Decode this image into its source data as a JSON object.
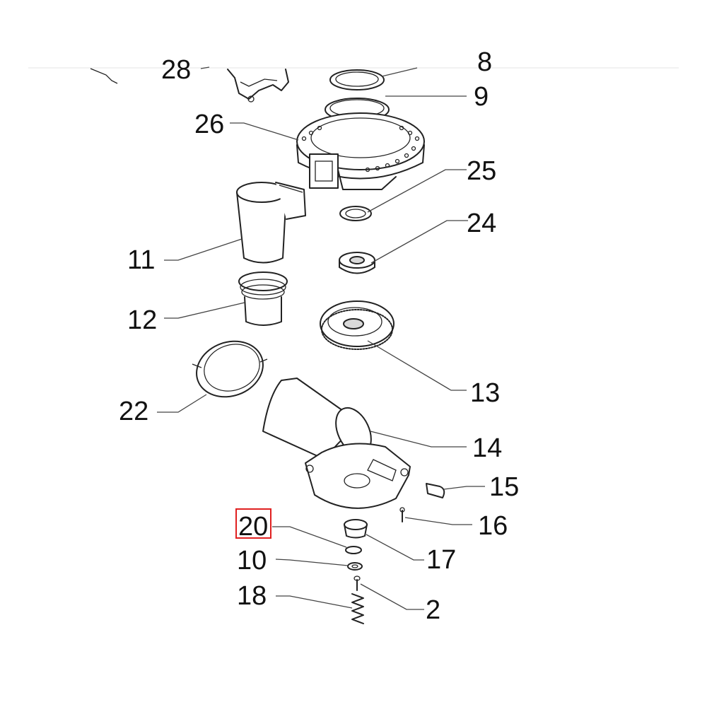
{
  "labels": {
    "p28": "28",
    "p8": "8",
    "p9": "9",
    "p26": "26",
    "p25": "25",
    "p24": "24",
    "p11": "11",
    "p12": "12",
    "p13": "13",
    "p22": "22",
    "p14": "14",
    "p15": "15",
    "p16": "16",
    "p20": "20",
    "p17": "17",
    "p10": "10",
    "p18": "18",
    "p2": "2"
  },
  "highlight": {
    "label": "20",
    "color": "#e02020"
  }
}
